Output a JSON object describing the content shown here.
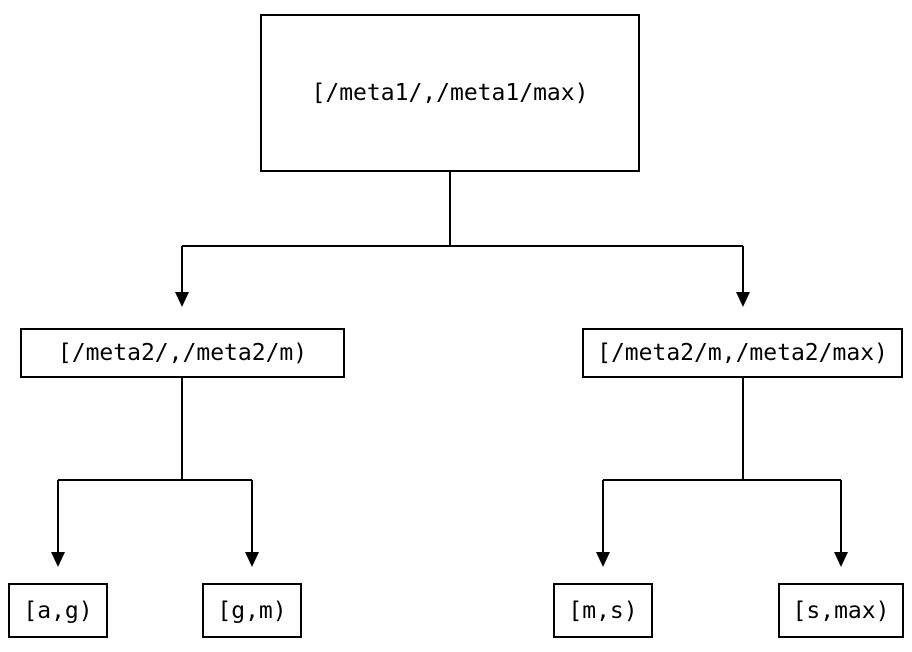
{
  "diagram": {
    "type": "tree",
    "colors": {
      "background": "#ffffff",
      "line": "#000000",
      "text": "#000000"
    },
    "nodes": {
      "root": {
        "label": "[/meta1/,/meta1/max)"
      },
      "left": {
        "label": "[/meta2/,/meta2/m)"
      },
      "right": {
        "label": "[/meta2/m,/meta2/max)"
      },
      "ag": {
        "label": "[a,g)"
      },
      "gm": {
        "label": "[g,m)"
      },
      "ms": {
        "label": "[m,s)"
      },
      "smax": {
        "label": "[s,max)"
      }
    },
    "edges": [
      {
        "from": "root",
        "to": "left",
        "arrow": "down"
      },
      {
        "from": "root",
        "to": "right",
        "arrow": "down"
      },
      {
        "from": "left",
        "to": "ag",
        "arrow": "down"
      },
      {
        "from": "left",
        "to": "gm",
        "arrow": "down"
      },
      {
        "from": "right",
        "to": "ms",
        "arrow": "down"
      },
      {
        "from": "right",
        "to": "smax",
        "arrow": "down"
      }
    ]
  }
}
